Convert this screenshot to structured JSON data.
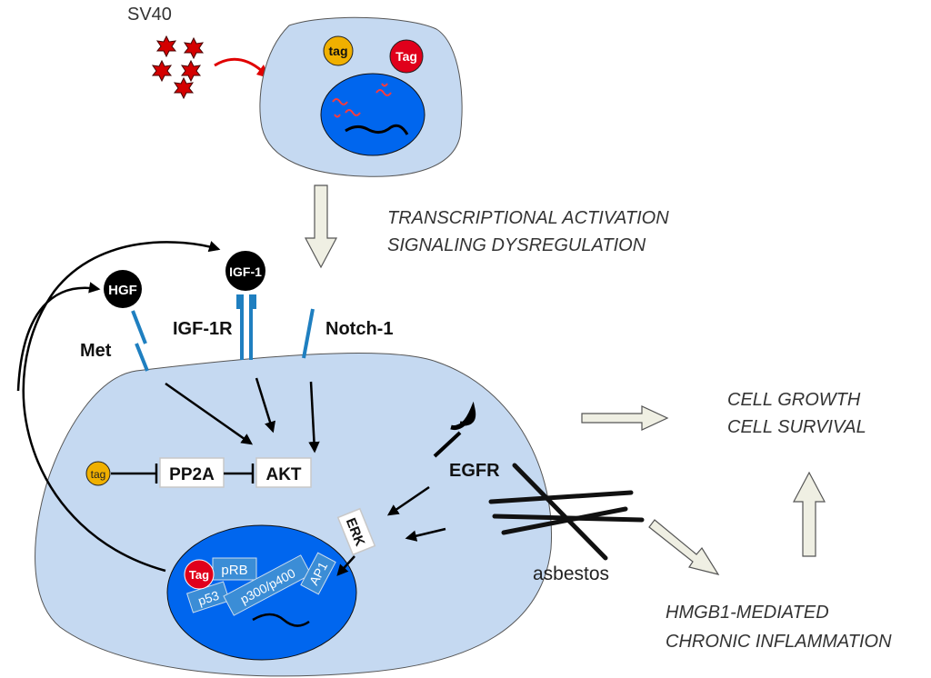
{
  "virus": {
    "label": "SV40"
  },
  "top_cell": {
    "tag_small": "tag",
    "tag_large": "Tag"
  },
  "process": {
    "line1": "TRANSCRIPTIONAL ACTIVATION",
    "line2": "SIGNALING DYSREGULATION"
  },
  "ligands": {
    "hgf": "HGF",
    "igf1": "IGF-1"
  },
  "receptors": {
    "met": "Met",
    "igf1r": "IGF-1R",
    "notch1": "Notch-1",
    "egfr": "EGFR"
  },
  "pathway": {
    "small_tag": "tag",
    "pp2a": "PP2A",
    "akt": "AKT",
    "erk": "ERK"
  },
  "nucleus": {
    "tag": "Tag",
    "prb": "pRB",
    "p53": "p53",
    "p300": "p300/p400",
    "ap1": "AP1"
  },
  "asbestos": {
    "label": "asbestos"
  },
  "outcomes": {
    "growth_line1": "CELL GROWTH",
    "growth_line2": "CELL SURVIVAL",
    "inflam_line1": "HMGB1-MEDIATED",
    "inflam_line2": "CHRONIC INFLAMMATION"
  },
  "colors": {
    "cell_fill": "#c5d9f1",
    "nucleus_fill": "#0066ee",
    "receptor": "#1f7fc0",
    "tag_red": "#e0001b",
    "tag_orange": "#f0b000",
    "ligand_black": "#000000"
  }
}
